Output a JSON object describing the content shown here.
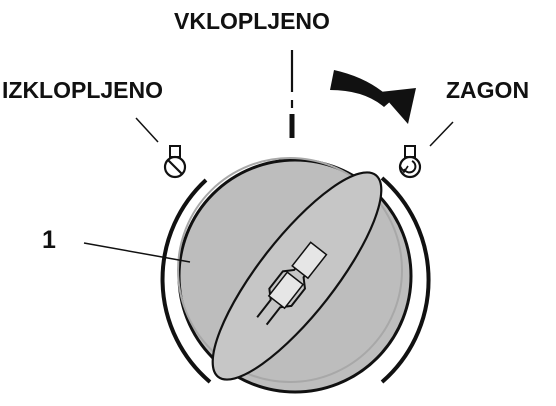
{
  "labels": {
    "on": "VKLOPLJENO",
    "off": "IZKLOPLJENO",
    "start": "ZAGON",
    "callout": "1"
  },
  "icons": {
    "off": "key-off-icon",
    "start": "key-start-icon",
    "direction": "curved-arrow-icon"
  },
  "colors": {
    "ink": "#111111",
    "knob_fill": "#bdbdbd",
    "background": "#ffffff"
  }
}
